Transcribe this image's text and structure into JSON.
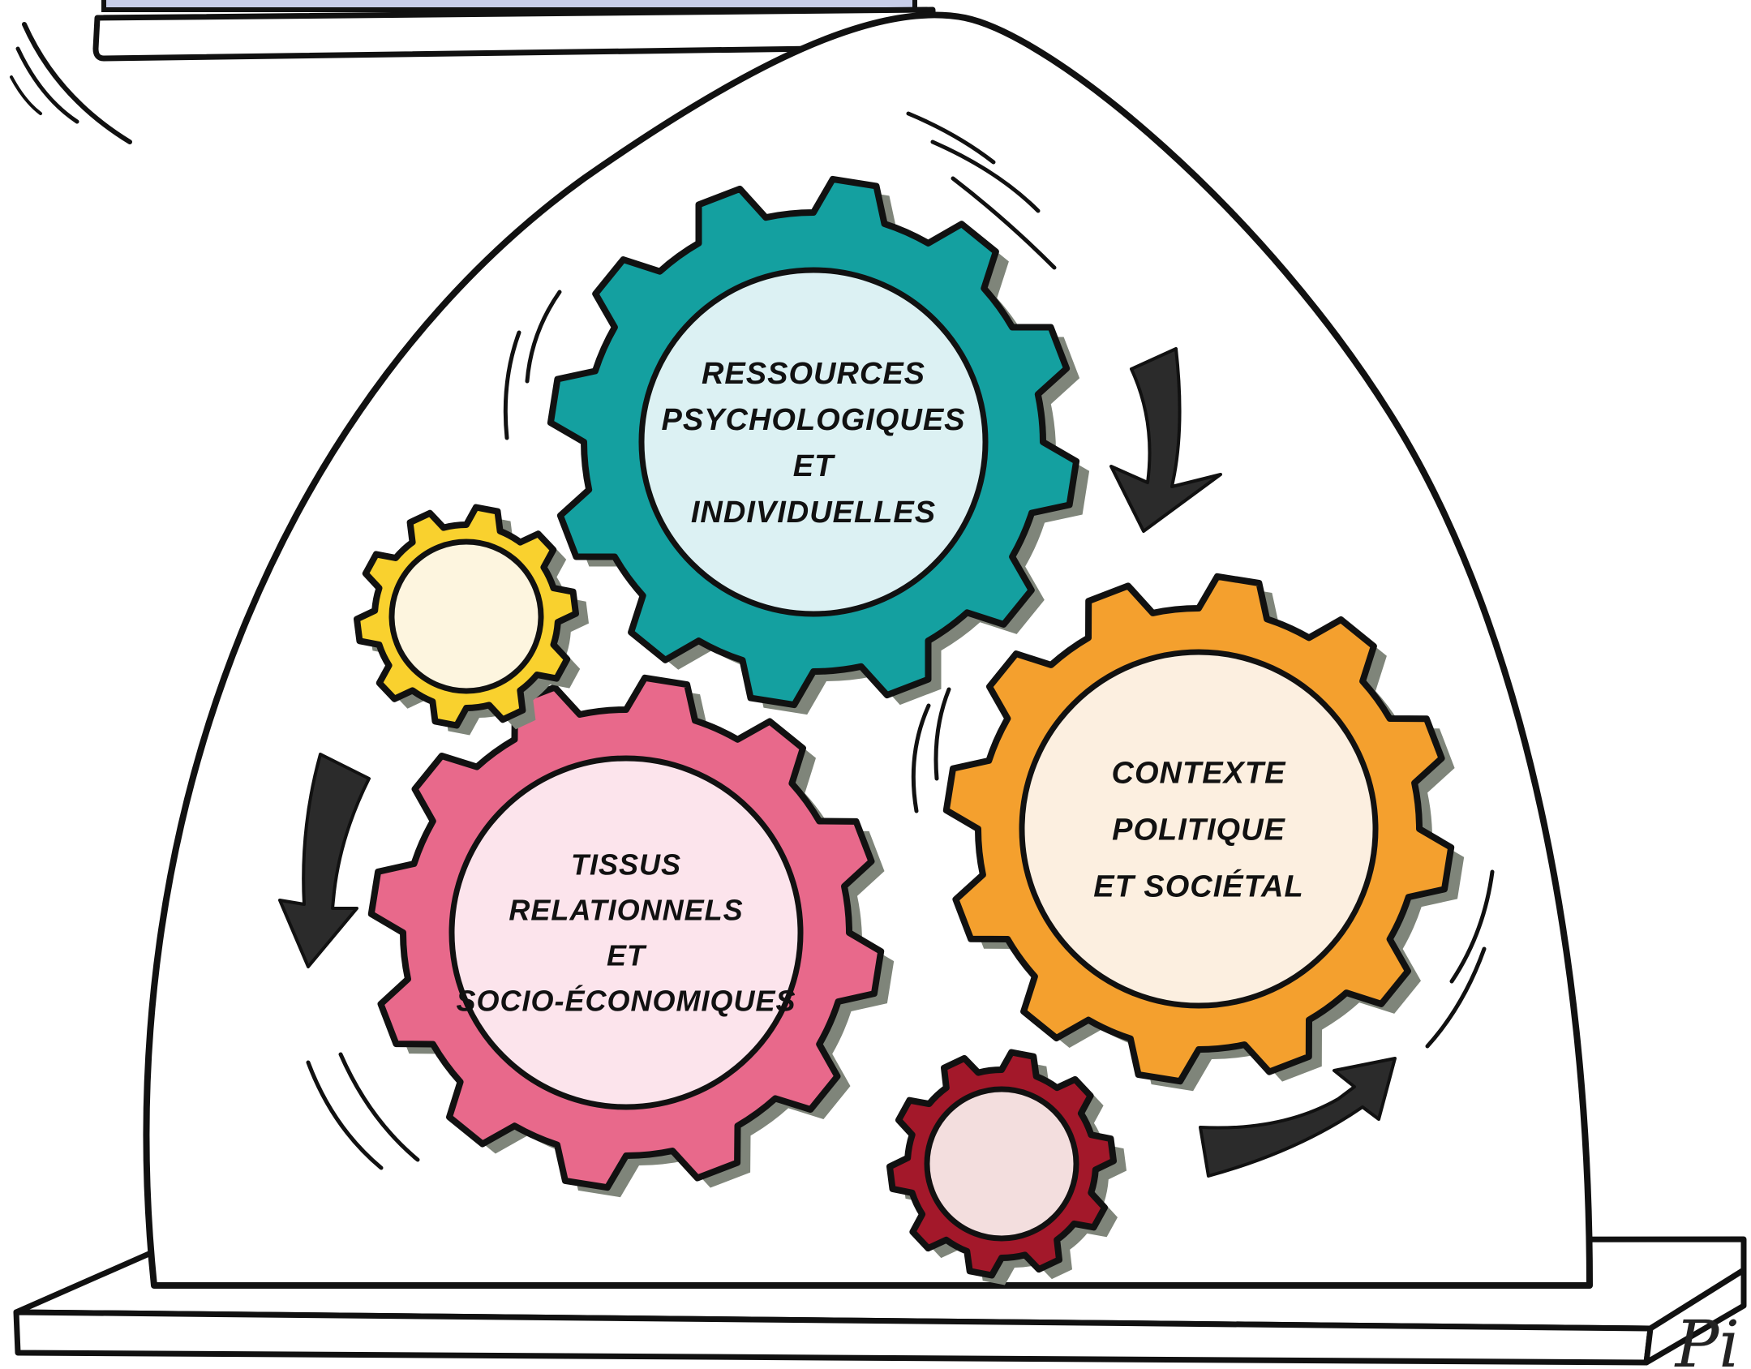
{
  "diagram": {
    "gears": [
      {
        "id": "psychological",
        "lines": [
          "RESSOURCES",
          "PSYCHOLOGIQUES",
          "ET",
          "INDIVIDUELLES"
        ],
        "outer_color": "#14a0a0",
        "inner_color": "#dcf1f3"
      },
      {
        "id": "political",
        "lines": [
          "CONTEXTE",
          "POLITIQUE",
          "ET SOCIÉTAL"
        ],
        "outer_color": "#f4a02e",
        "inner_color": "#fcefe0"
      },
      {
        "id": "relational",
        "lines": [
          "TISSUS",
          "RELATIONNELS",
          "ET",
          "SOCIO-ÉCONOMIQUES"
        ],
        "outer_color": "#e8698b",
        "inner_color": "#fce4ec"
      },
      {
        "id": "small-yellow",
        "lines": [],
        "outer_color": "#f9d12e",
        "inner_color": "#fdf5df"
      },
      {
        "id": "small-red",
        "lines": [],
        "outer_color": "#a3182a",
        "inner_color": "#f3dede"
      }
    ],
    "signature": "Pi"
  },
  "colors": {
    "outline": "#111111",
    "arrow": "#2b2b2b",
    "dome": "#ffffff",
    "shadow": "#7f857a",
    "shelf": "#ffffff",
    "screen": "#c7cde8"
  }
}
